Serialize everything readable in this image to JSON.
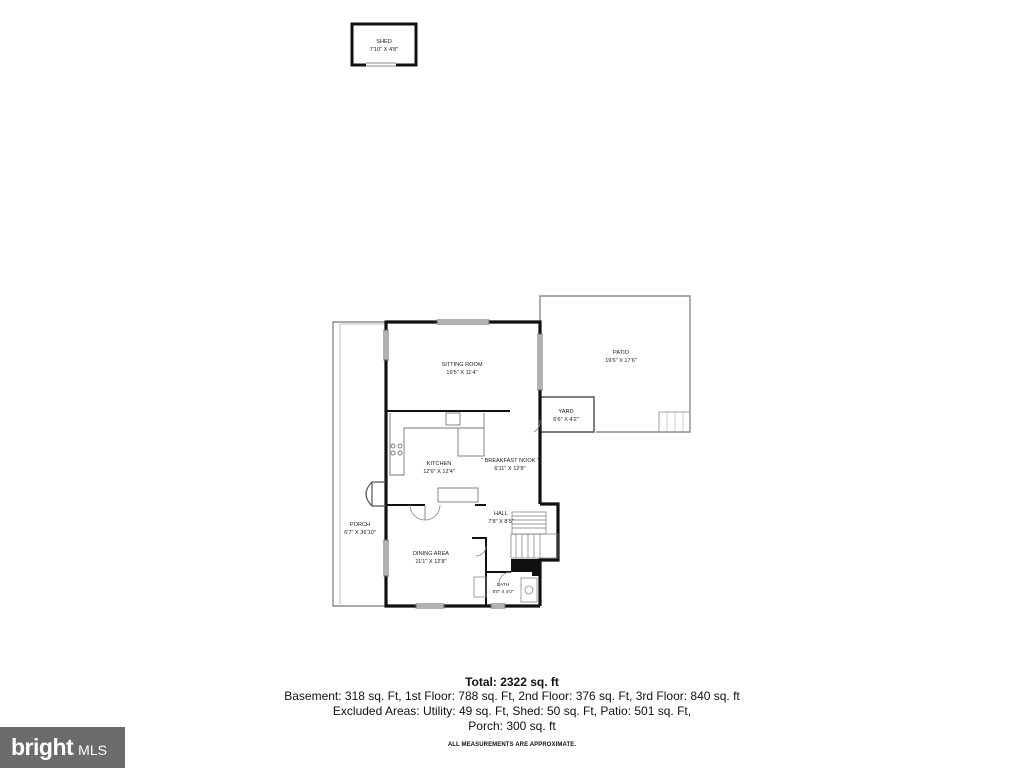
{
  "rooms": {
    "shed": {
      "name": "SHED",
      "dims": "7'10\" X 4'8\""
    },
    "sitting_room": {
      "name": "SITTING ROOM",
      "dims": "19'5\" X 11'4\""
    },
    "patio": {
      "name": "PATIO",
      "dims": "19'6\" X 17'6\""
    },
    "yard": {
      "name": "YARD",
      "dims": "6'6\" X 4'2\""
    },
    "kitchen": {
      "name": "KITCHEN",
      "dims": "12'6\" X 12'4\""
    },
    "breakfast_nook": {
      "name": "\" BREAKFAST NOOK \"",
      "dims": "6'11\" X 12'8\""
    },
    "hall": {
      "name": "HALL",
      "dims": "7'8\" X 8'5\""
    },
    "porch": {
      "name": "PORCH",
      "dims": "6'7\" X 36'10\""
    },
    "dining_area": {
      "name": "DINING AREA",
      "dims": "11'1\" X 12'8\""
    },
    "bath": {
      "name": "BATH",
      "dims": "8'0\" X 4'0\""
    }
  },
  "summary": {
    "total": "Total: 2322 sq. ft",
    "line1": "Basement: 318 sq. Ft, 1st Floor: 788 sq. Ft, 2nd Floor: 376 sq. Ft, 3rd Floor: 840 sq. ft",
    "line2": "Excluded Areas: Utility: 49 sq. Ft, Shed: 50 sq. Ft, Patio: 501 sq. Ft,",
    "line3": "Porch: 300 sq. ft",
    "disclaimer": "ALL MEASUREMENTS ARE APPROXIMATE."
  },
  "logo": {
    "bright": "bright",
    "mls": "MLS"
  }
}
